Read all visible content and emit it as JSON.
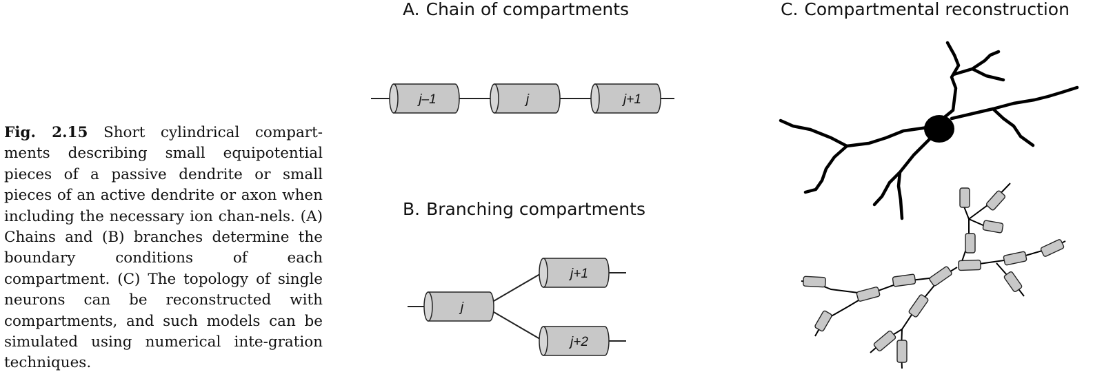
{
  "caption": {
    "label": "Fig. 2.15",
    "text": " Short cylindrical compart-ments describing small equipotential pieces of a passive dendrite or small pieces of an active dendrite or axon when including the necessary ion chan-nels.  (A) Chains and (B) branches determine the boundary conditions of each compartment. (C) The topology of single neurons can be reconstructed with compartments, and such models can be simulated using numerical inte-gration techniques."
  },
  "panels": {
    "a": {
      "letter": "A.",
      "title": "Chain of compartments",
      "compartments": [
        "j–1",
        "j",
        "j+1"
      ]
    },
    "b": {
      "letter": "B.",
      "title": "Branching compartments",
      "compartments": [
        "j",
        "j+1",
        "j+2"
      ]
    },
    "c": {
      "letter": "C.",
      "title": "Compartmental reconstruction"
    }
  },
  "colors": {
    "compartment_fill": "#c8c8c8",
    "stroke": "#222222",
    "neuron": "#000000"
  }
}
